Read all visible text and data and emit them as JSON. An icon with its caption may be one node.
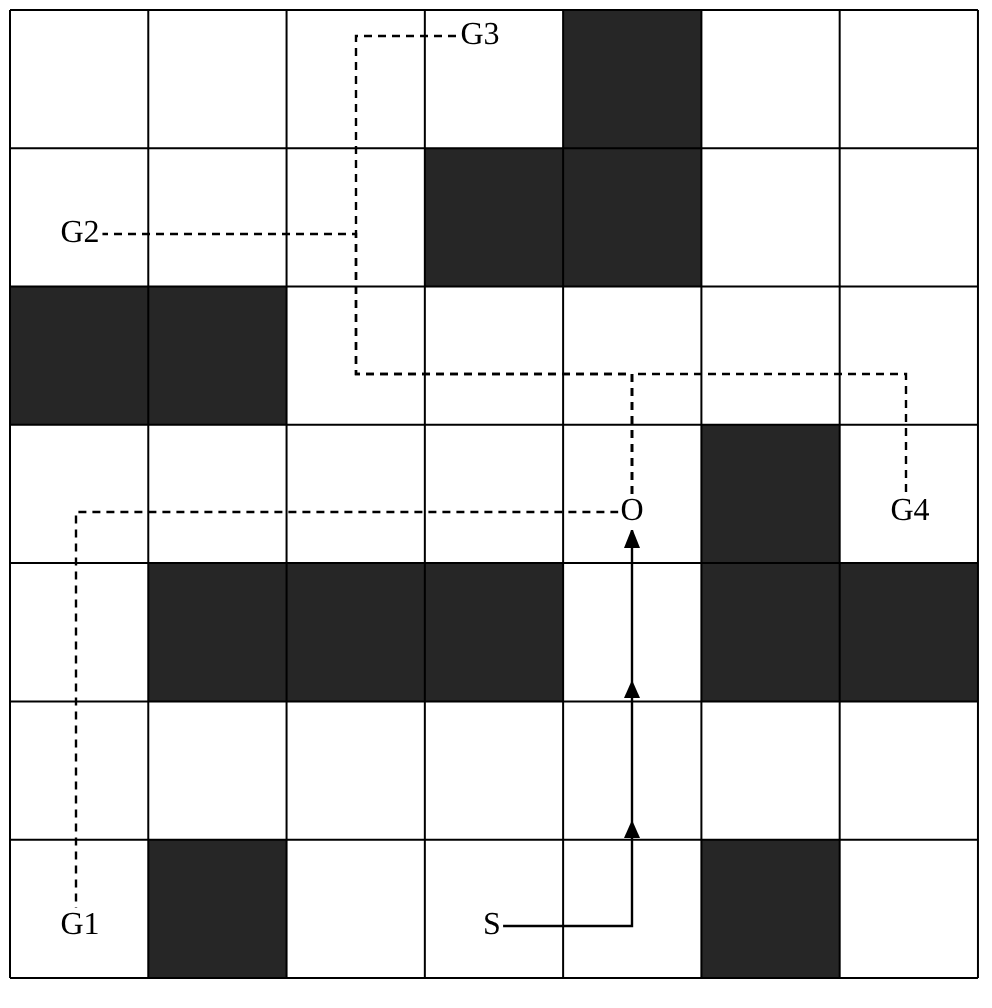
{
  "diagram": {
    "nodes": [
      {
        "text": [
          "G3"
        ]
      },
      {
        "text": [
          "G2"
        ]
      },
      {
        "text": [
          "O"
        ]
      },
      {
        "text": [
          "G4"
        ]
      },
      {
        "text": [
          "G1"
        ]
      },
      {
        "text": [
          "S"
        ]
      }
    ],
    "edges": [
      {
        "from": 5,
        "to": 2,
        "arrow": "to"
      },
      {
        "from": 2,
        "to": 4,
        "arrow": "none",
        "style": "dashed"
      },
      {
        "from": 2,
        "to": 1,
        "arrow": "none",
        "style": "dashed"
      },
      {
        "from": 2,
        "to": 0,
        "arrow": "none",
        "style": "dashed"
      },
      {
        "from": 2,
        "to": 3,
        "arrow": "none",
        "style": "dashed"
      }
    ]
  }
}
